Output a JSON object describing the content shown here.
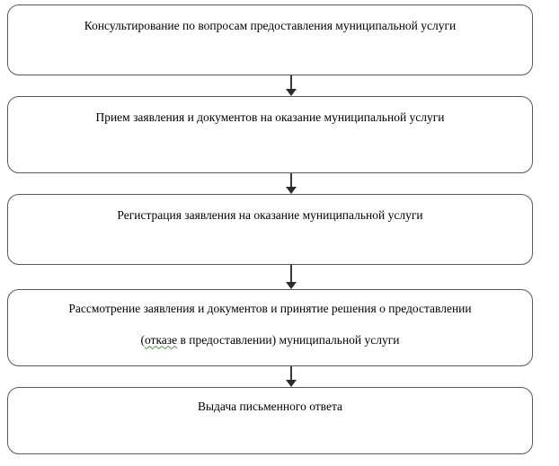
{
  "diagram": {
    "type": "flowchart",
    "orientation": "vertical-top-to-bottom",
    "colors": {
      "background": "#ffffff",
      "box_border": "#5a5a5a",
      "box_fill": "#ffffff",
      "text": "#000000",
      "arrow": "#2b2b2b",
      "spellcheck_underline": "#3c9a3c"
    },
    "nodes": [
      {
        "id": "node-1",
        "shape": "rounded-rectangle",
        "lines": [
          "Консультирование по вопросам предоставления муниципальной услуги"
        ]
      },
      {
        "id": "node-2",
        "shape": "rounded-rectangle",
        "lines": [
          "Прием заявления и документов на оказание муниципальной услуги"
        ]
      },
      {
        "id": "node-3",
        "shape": "rounded-rectangle",
        "lines": [
          "Регистрация заявления на оказание муниципальной услуги"
        ]
      },
      {
        "id": "node-4",
        "shape": "rounded-rectangle",
        "lines": [
          "Рассмотрение заявления и документов и принятие решения о предоставлении",
          "(отказе в предоставлении) муниципальной услуги"
        ],
        "line2_parts": {
          "open_paren": "(",
          "misspelled_word": "отказе",
          "rest": " в предоставлении) муниципальной услуги"
        }
      },
      {
        "id": "node-5",
        "shape": "rounded-rectangle",
        "lines": [
          "Выдача письменного ответа"
        ]
      }
    ],
    "connectors": [
      {
        "id": "connector-1",
        "from": "node-1",
        "to": "node-2",
        "style": "solid-arrow-down"
      },
      {
        "id": "connector-2",
        "from": "node-2",
        "to": "node-3",
        "style": "solid-arrow-down"
      },
      {
        "id": "connector-3",
        "from": "node-3",
        "to": "node-4",
        "style": "solid-arrow-down"
      },
      {
        "id": "connector-4",
        "from": "node-4",
        "to": "node-5",
        "style": "solid-arrow-down"
      }
    ]
  }
}
